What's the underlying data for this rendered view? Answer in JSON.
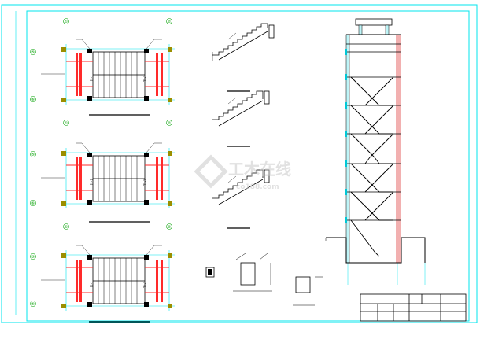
{
  "colors": {
    "frame": "#00e5ee",
    "line": "#000000",
    "red": "#ff2a2a",
    "pink": "#f2b0b0",
    "olive": "#9b8f00",
    "cyan_fill": "#bff5f8",
    "watermark": "#c9c9c9"
  },
  "plans": {
    "grid_labels": [
      "①",
      "②",
      "⑤",
      "⑥"
    ],
    "beam_code": "TL-1"
  },
  "watermark": {
    "main": "工木在线",
    "sub": "co188.com"
  }
}
